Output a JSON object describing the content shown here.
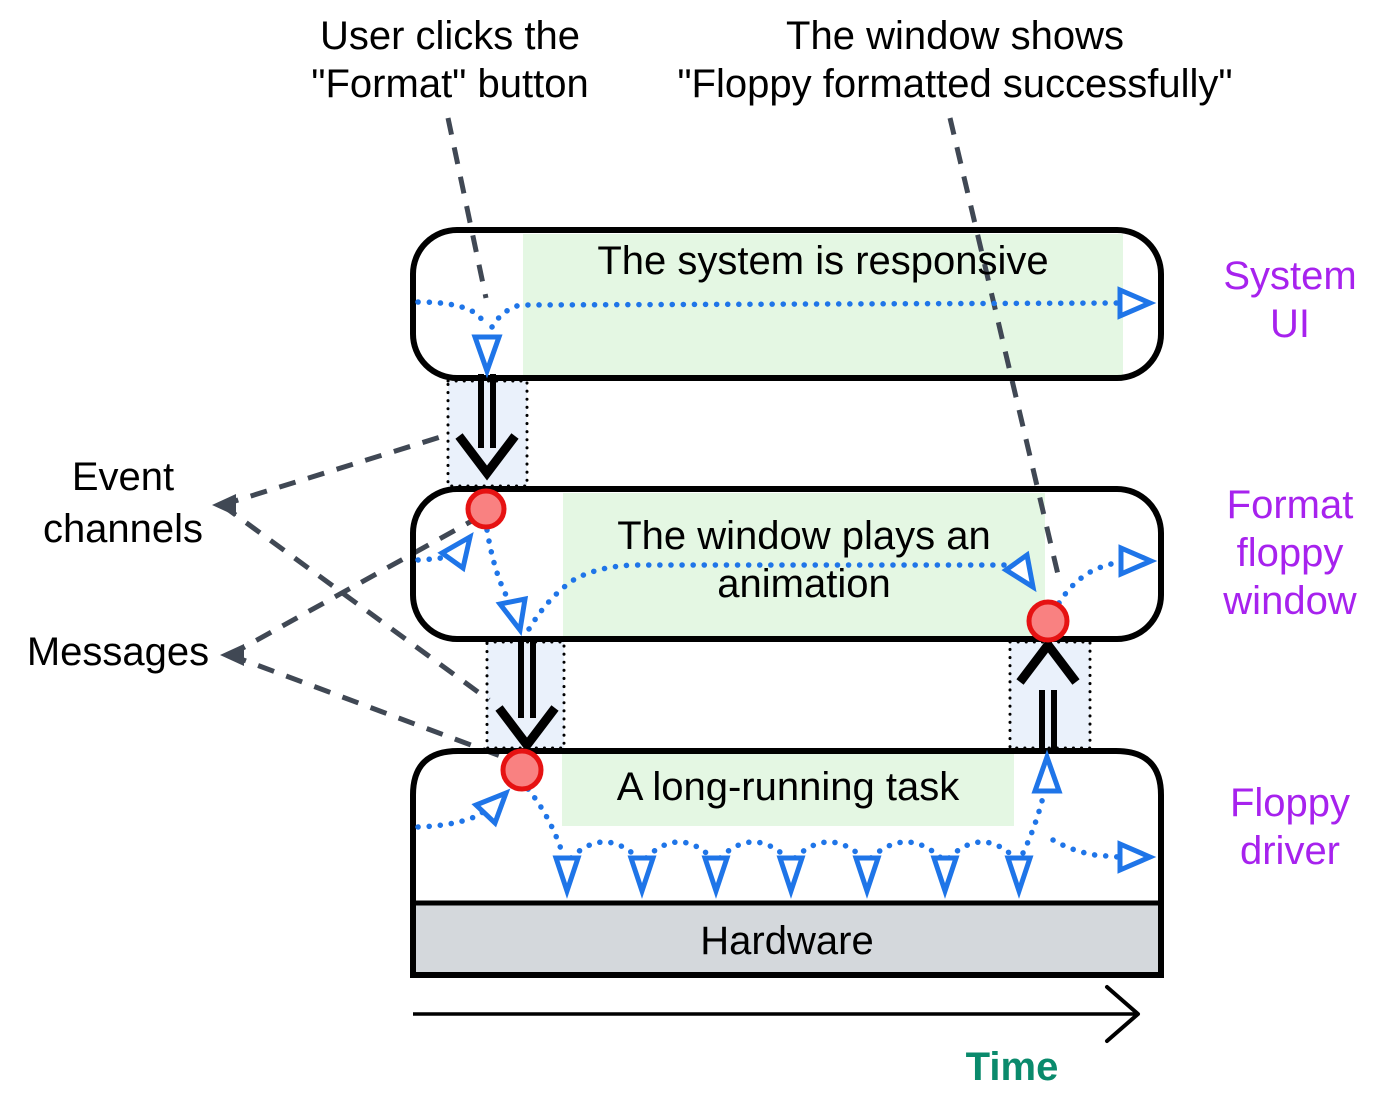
{
  "colors": {
    "accent-blue": "#1f75e8",
    "accent-purple": "#a722ee",
    "accent-teal": "#0a8a6c",
    "green-region": "#e4f7e3",
    "channel-band": "#eaf1fb",
    "marker-red-fill": "#f98181",
    "marker-red-stroke": "#e61212",
    "hardware-gray": "#d4d8dc",
    "dash-gray": "#404854"
  },
  "annotations": {
    "user_clicks": "User clicks the\n\"Format\" button",
    "window_shows": "The window shows\n\"Floppy formatted successfully\"",
    "event_channels": "Event\nchannels",
    "messages": "Messages"
  },
  "lanes": {
    "system_ui": {
      "side_label": "System\nUI",
      "activity": "The system is responsive"
    },
    "format_floppy_window": {
      "side_label": "Format\nfloppy\nwindow",
      "activity": "The window plays an\nanimation"
    },
    "floppy_driver": {
      "side_label": "Floppy\ndriver",
      "activity": "A long-running task",
      "hardware_label": "Hardware"
    }
  },
  "time_axis": {
    "label": "Time"
  }
}
